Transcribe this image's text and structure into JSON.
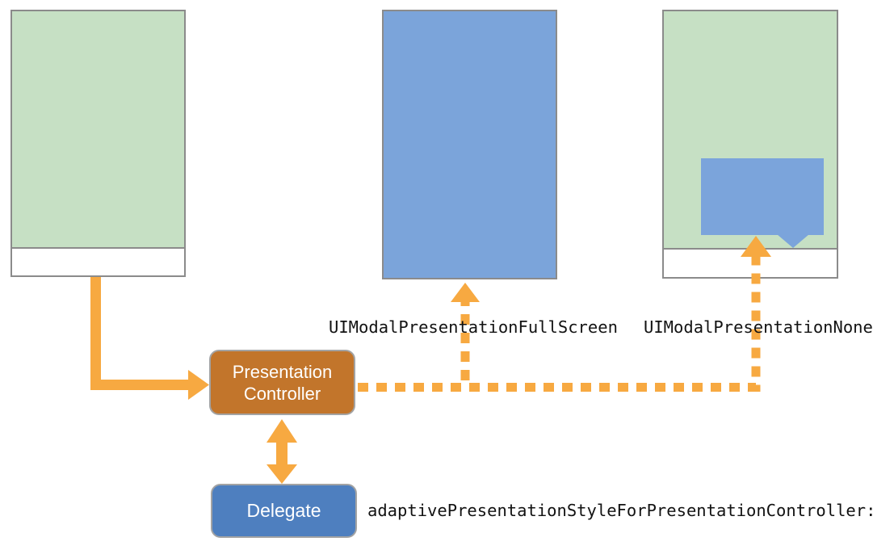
{
  "diagram": {
    "labels": {
      "full_screen": "UIModalPresentationFullScreen",
      "none": "UIModalPresentationNone",
      "delegate_method": "adaptivePresentationStyleForPresentationController:"
    },
    "nodes": {
      "presentation_controller": {
        "line1": "Presentation",
        "line2": "Controller"
      },
      "delegate": {
        "label": "Delegate"
      }
    },
    "colors": {
      "green": "#C6E0C4",
      "blue": "#7BA4DA",
      "popover_blue": "#7BA4DB",
      "controller_orange": "#C2752B",
      "delegate_blue": "#4E7FBF",
      "arrow_orange": "#F7A941",
      "border_gray": "#8B8B8B"
    }
  }
}
